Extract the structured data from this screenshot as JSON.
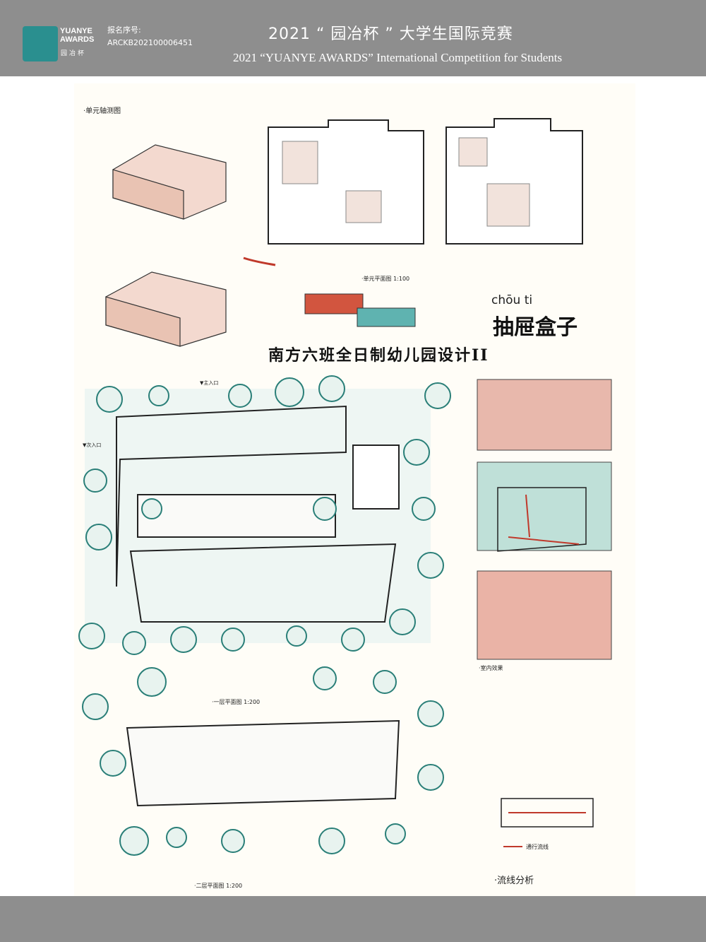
{
  "header": {
    "logo_text": "YUANYE AWARDS",
    "logo_cn": "园冶杯",
    "reg_label": "报名序号:",
    "reg_no": "ARCKB202100006451",
    "title_cn": "2021 “ 园冶杯 ” 大学生国际竞赛",
    "title_en": "2021 “YUANYE AWARDS” International Competition for  Students"
  },
  "poster": {
    "axon_label": "·单元轴测图",
    "unit_plan_label": "·单元平面图 1:100",
    "pinyin": "chōu ti",
    "concept_title": "抽屉盒子",
    "project_title": "南方六班全日制幼儿园设计II",
    "main_entrance": "▼主入口",
    "side_entrance": "▼次入口",
    "floor1_label": "·一层平面图 1:200",
    "floor2_label": "·二层平面图 1:200",
    "interior_label": "·室内效果",
    "flow_legend": "通行流线",
    "flow_label": "·流线分析",
    "colors": {
      "header": "#8e8e8e",
      "teal": "#2a8f8f",
      "red": "#c0504d"
    }
  }
}
